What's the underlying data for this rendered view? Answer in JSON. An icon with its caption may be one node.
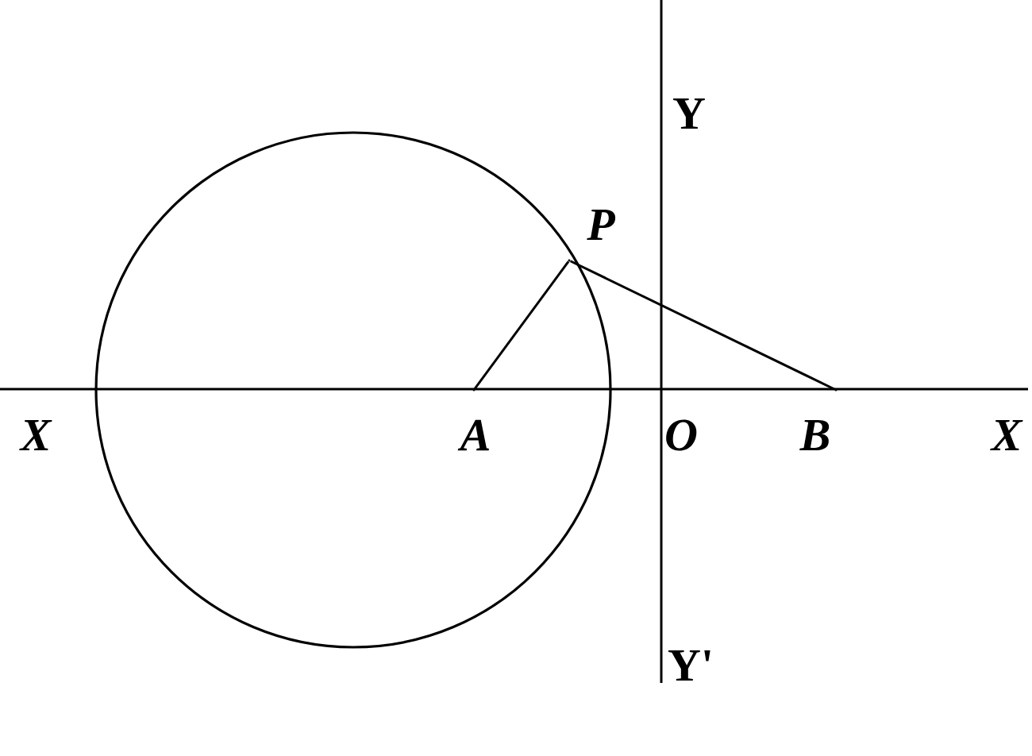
{
  "diagram": {
    "nodes": [
      {
        "text": [],
        "shape": "point",
        "beside": [
          "P"
        ]
      },
      {
        "text": [],
        "shape": "point",
        "beside": [
          "A"
        ]
      },
      {
        "text": [],
        "shape": "point",
        "beside": [
          "B"
        ]
      }
    ],
    "edges": [
      {
        "from": 0,
        "to": 1,
        "arrow": "none"
      },
      {
        "from": 0,
        "to": 2,
        "arrow": "none"
      }
    ],
    "labels": [
      "Y",
      "X",
      "O",
      "X",
      "Y'"
    ]
  }
}
